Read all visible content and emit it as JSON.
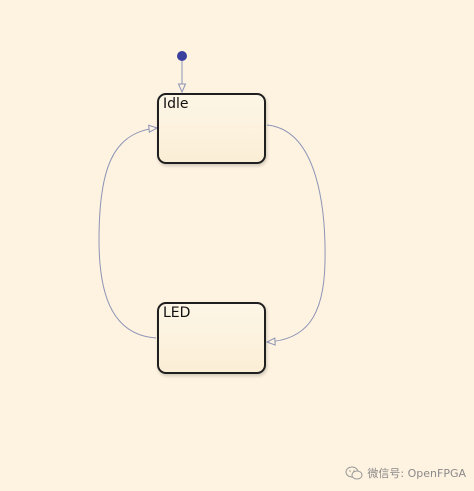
{
  "diagram": {
    "states": [
      {
        "id": "idle",
        "label": "Idle"
      },
      {
        "id": "led",
        "label": "LED"
      }
    ],
    "default_transition": {
      "target": "idle"
    },
    "transitions": [
      {
        "from": "idle",
        "to": "led"
      },
      {
        "from": "led",
        "to": "idle"
      }
    ],
    "colors": {
      "background": "#fef3e1",
      "state_border": "#1f1f1f",
      "transition": "#8c93b5",
      "default_dot": "#3b3f9e"
    }
  },
  "watermark": {
    "icon": "wechat-icon",
    "text": "微信号: OpenFPGA"
  }
}
